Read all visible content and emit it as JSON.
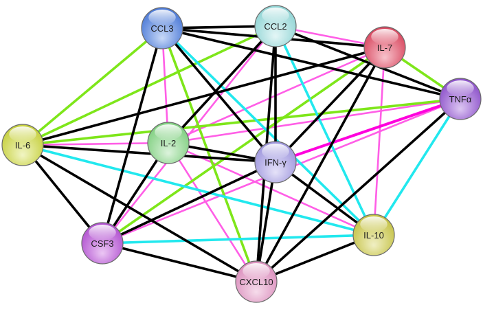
{
  "network": {
    "nodes": [
      {
        "id": "CCL3",
        "label": "CCL3",
        "base": "#4a78d6",
        "light": "#c8d9f7"
      },
      {
        "id": "CCL2",
        "label": "CCL2",
        "base": "#8fd4d4",
        "light": "#e4f6f6"
      },
      {
        "id": "IL7",
        "label": "IL-7",
        "base": "#d8455d",
        "light": "#f7c3cc"
      },
      {
        "id": "TNFa",
        "label": "TNFα",
        "base": "#8b4fc9",
        "light": "#dcc6f2"
      },
      {
        "id": "IL6",
        "label": "IL-6",
        "base": "#c5cf3a",
        "light": "#f1f5c4"
      },
      {
        "id": "IL2",
        "label": "IL-2",
        "base": "#7fcf7f",
        "light": "#dcf3dc"
      },
      {
        "id": "IFNG",
        "label": "IFN-γ",
        "base": "#9d95dd",
        "light": "#e5e2f8"
      },
      {
        "id": "CSF3",
        "label": "CSF3",
        "base": "#b04fcf",
        "light": "#ebc6f4"
      },
      {
        "id": "IL10",
        "label": "IL-10",
        "base": "#c4c142",
        "light": "#f0efc4"
      },
      {
        "id": "CXCL10",
        "label": "CXCL10",
        "base": "#db8fbd",
        "light": "#f6dceb"
      }
    ],
    "edge_colors": {
      "black": "#000000",
      "green": "#7ee61a",
      "magenta": "#ff5ee6",
      "cyan": "#22e8ee",
      "deep_magenta": "#ff00dd"
    },
    "edges": [
      {
        "source": "CCL3",
        "target": "CCL2",
        "colors": [
          "black"
        ]
      },
      {
        "source": "CCL3",
        "target": "IL7",
        "colors": [
          "black"
        ]
      },
      {
        "source": "CCL3",
        "target": "TNFa",
        "colors": [
          "black"
        ]
      },
      {
        "source": "CCL3",
        "target": "IL6",
        "colors": [
          "green"
        ]
      },
      {
        "source": "CCL3",
        "target": "IL2",
        "colors": [
          "magenta"
        ]
      },
      {
        "source": "CCL3",
        "target": "IFNG",
        "colors": [
          "black"
        ]
      },
      {
        "source": "CCL3",
        "target": "CSF3",
        "colors": [
          "black"
        ]
      },
      {
        "source": "CCL3",
        "target": "IL10",
        "colors": [
          "cyan"
        ]
      },
      {
        "source": "CCL3",
        "target": "CXCL10",
        "colors": [
          "green"
        ]
      },
      {
        "source": "CCL2",
        "target": "IL7",
        "colors": [
          "magenta"
        ]
      },
      {
        "source": "CCL2",
        "target": "TNFa",
        "colors": [
          "black"
        ]
      },
      {
        "source": "CCL2",
        "target": "IL6",
        "colors": [
          "green"
        ]
      },
      {
        "source": "CCL2",
        "target": "IL2",
        "colors": [
          "black"
        ]
      },
      {
        "source": "CCL2",
        "target": "IFNG",
        "colors": [
          "black"
        ]
      },
      {
        "source": "CCL2",
        "target": "CSF3",
        "colors": [
          "magenta"
        ]
      },
      {
        "source": "CCL2",
        "target": "IL10",
        "colors": [
          "cyan"
        ]
      },
      {
        "source": "CCL2",
        "target": "CXCL10",
        "colors": [
          "black"
        ]
      },
      {
        "source": "IL7",
        "target": "TNFa",
        "colors": [
          "green"
        ]
      },
      {
        "source": "IL7",
        "target": "IL6",
        "colors": [
          "black"
        ]
      },
      {
        "source": "IL7",
        "target": "IL2",
        "colors": [
          "magenta"
        ]
      },
      {
        "source": "IL7",
        "target": "IFNG",
        "colors": [
          "black"
        ]
      },
      {
        "source": "IL7",
        "target": "CSF3",
        "colors": [
          "green"
        ]
      },
      {
        "source": "IL7",
        "target": "IL10",
        "colors": [
          "magenta"
        ]
      },
      {
        "source": "IL7",
        "target": "CXCL10",
        "colors": [
          "black"
        ]
      },
      {
        "source": "TNFa",
        "target": "IL6",
        "colors": [
          "green"
        ]
      },
      {
        "source": "TNFa",
        "target": "IL2",
        "colors": [
          "magenta"
        ]
      },
      {
        "source": "TNFa",
        "target": "IFNG",
        "colors": [
          "deep_magenta"
        ]
      },
      {
        "source": "TNFa",
        "target": "CSF3",
        "colors": [
          "magenta"
        ]
      },
      {
        "source": "TNFa",
        "target": "IL10",
        "colors": [
          "cyan"
        ]
      },
      {
        "source": "TNFa",
        "target": "CXCL10",
        "colors": [
          "black"
        ]
      },
      {
        "source": "IL6",
        "target": "IL2",
        "colors": [
          "magenta"
        ]
      },
      {
        "source": "IL6",
        "target": "IFNG",
        "colors": [
          "black"
        ]
      },
      {
        "source": "IL6",
        "target": "CSF3",
        "colors": [
          "black"
        ]
      },
      {
        "source": "IL6",
        "target": "IL10",
        "colors": [
          "cyan"
        ]
      },
      {
        "source": "IL6",
        "target": "CXCL10",
        "colors": [
          "black"
        ]
      },
      {
        "source": "IL2",
        "target": "IFNG",
        "colors": [
          "black"
        ]
      },
      {
        "source": "IL2",
        "target": "CSF3",
        "colors": [
          "black"
        ]
      },
      {
        "source": "IL2",
        "target": "IL10",
        "colors": [
          "magenta"
        ]
      },
      {
        "source": "IL2",
        "target": "CXCL10",
        "colors": [
          "magenta"
        ]
      },
      {
        "source": "IFNG",
        "target": "CSF3",
        "colors": [
          "black"
        ]
      },
      {
        "source": "IFNG",
        "target": "IL10",
        "colors": [
          "black"
        ]
      },
      {
        "source": "IFNG",
        "target": "CXCL10",
        "colors": [
          "black"
        ]
      },
      {
        "source": "CSF3",
        "target": "IL10",
        "colors": [
          "cyan"
        ]
      },
      {
        "source": "CSF3",
        "target": "CXCL10",
        "colors": [
          "black"
        ]
      },
      {
        "source": "IL10",
        "target": "CXCL10",
        "colors": [
          "black"
        ]
      }
    ]
  }
}
